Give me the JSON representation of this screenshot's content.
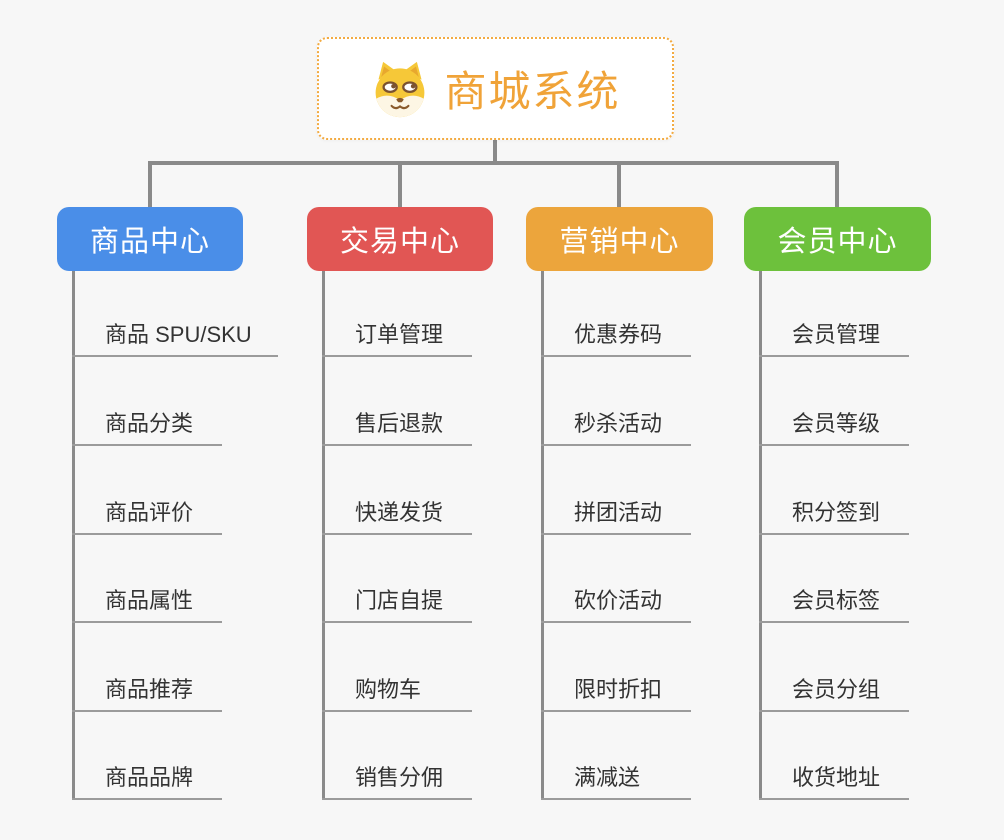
{
  "canvas": {
    "background": "#f7f7f7",
    "connector_color": "#8a8a8a",
    "underline_color": "#9b9b9b"
  },
  "root": {
    "label": "商城系统",
    "icon": "shiba-dog-icon",
    "text_color": "#f0a338",
    "border_color": "#f3ab42"
  },
  "branches": [
    {
      "label": "商品中心",
      "color": "#4a8ee8",
      "items": [
        "商品 SPU/SKU",
        "商品分类",
        "商品评价",
        "商品属性",
        "商品推荐",
        "商品品牌"
      ]
    },
    {
      "label": "交易中心",
      "color": "#e15654",
      "items": [
        "订单管理",
        "售后退款",
        "快递发货",
        "门店自提",
        "购物车",
        "销售分佣"
      ]
    },
    {
      "label": "营销中心",
      "color": "#eca53c",
      "items": [
        "优惠券码",
        "秒杀活动",
        "拼团活动",
        "砍价活动",
        "限时折扣",
        "满减送"
      ]
    },
    {
      "label": "会员中心",
      "color": "#6dc13c",
      "items": [
        "会员管理",
        "会员等级",
        "积分签到",
        "会员标签",
        "会员分组",
        "收货地址"
      ]
    }
  ]
}
